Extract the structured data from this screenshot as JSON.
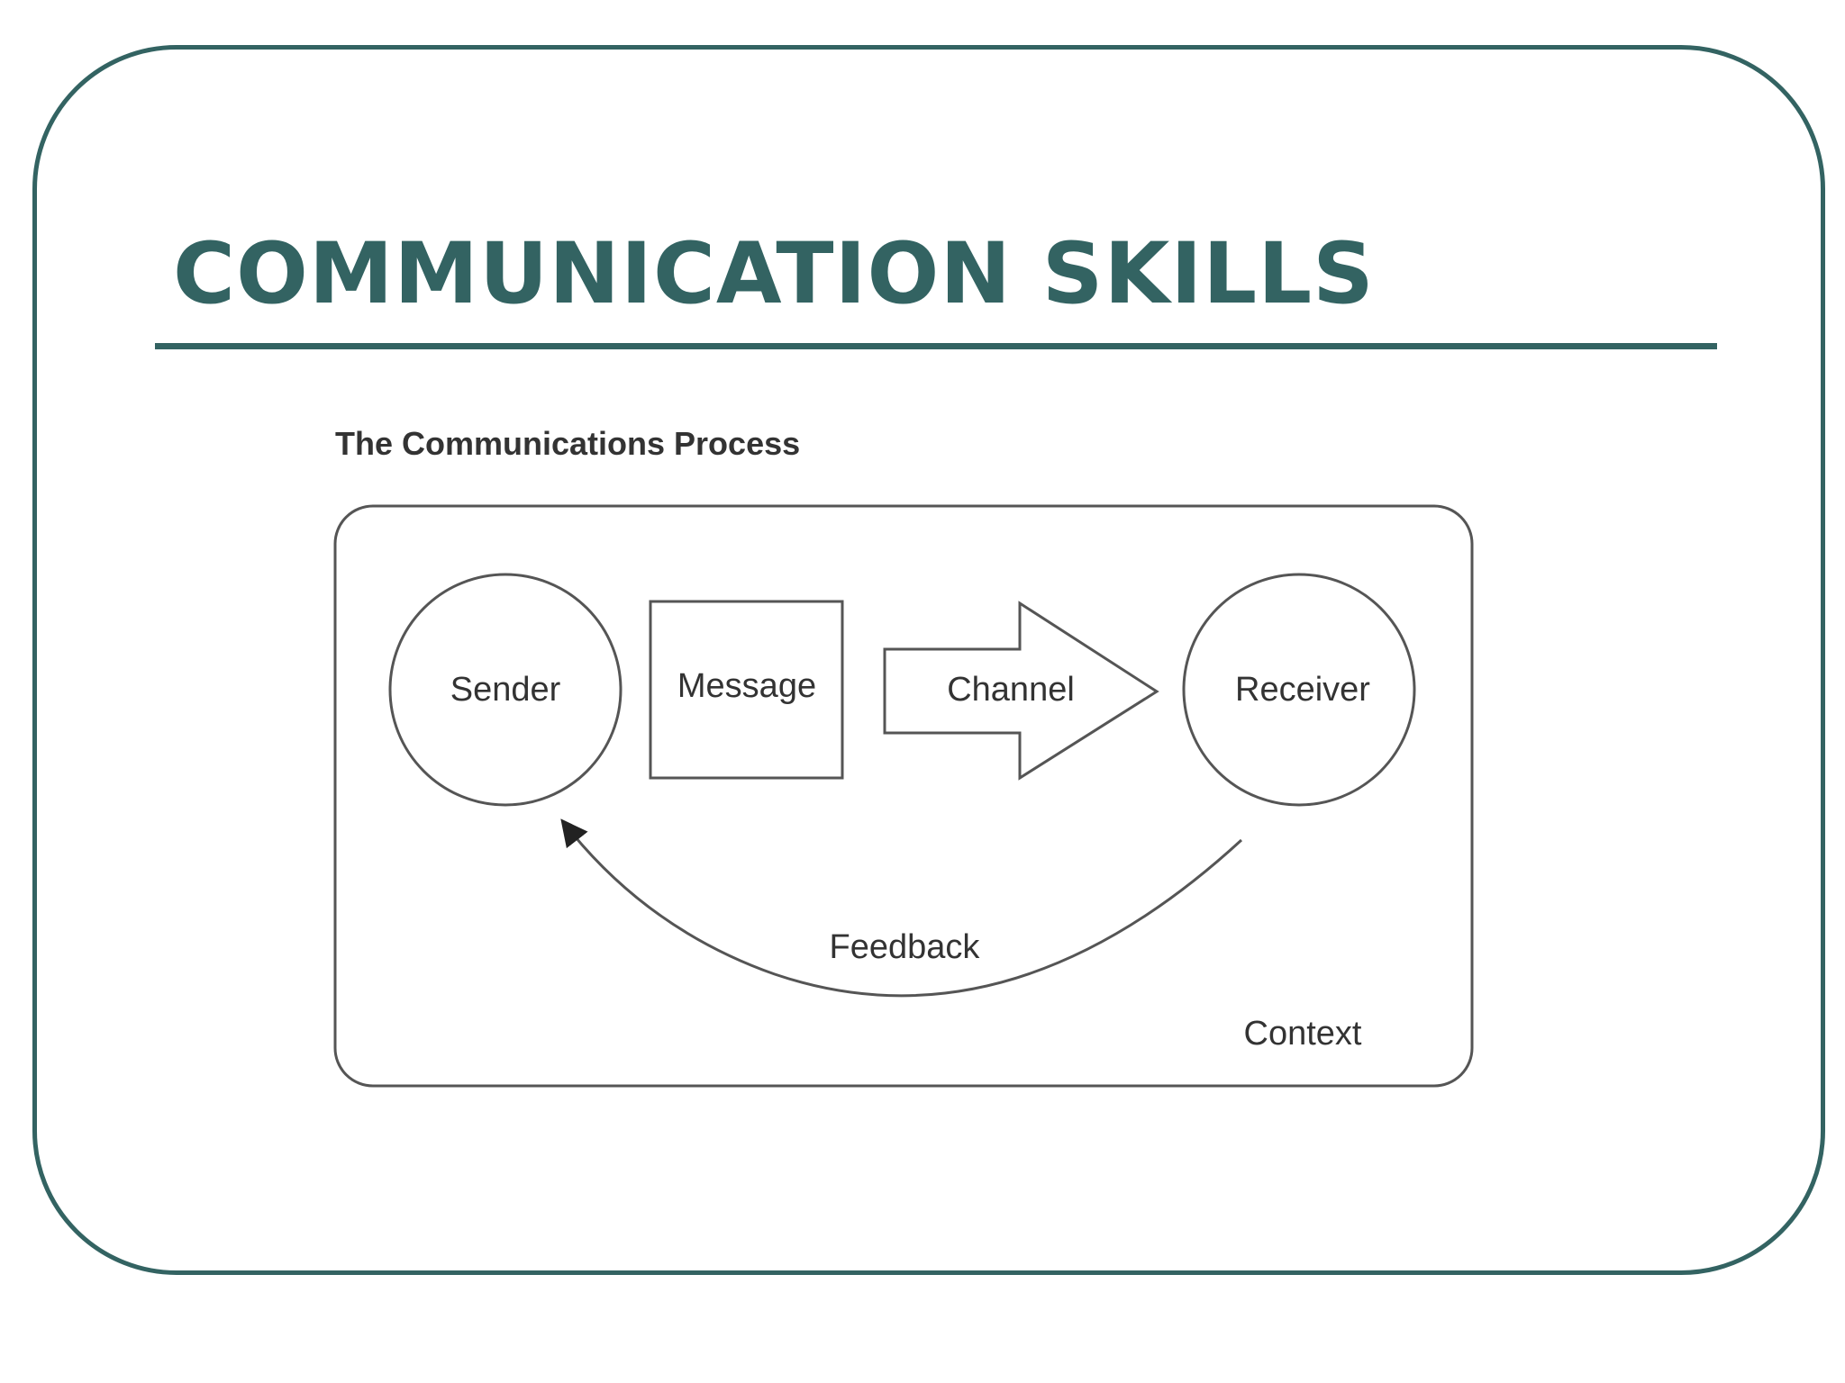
{
  "slide": {
    "title": "COMMUNICATION SKILLS",
    "accent_color": "#336362"
  },
  "diagram": {
    "title": "The Communications Process",
    "nodes": {
      "sender": "Sender",
      "message": "Message",
      "channel": "Channel",
      "receiver": "Receiver"
    },
    "feedback_label": "Feedback",
    "context_label": "Context",
    "stroke_color": "#555555"
  }
}
